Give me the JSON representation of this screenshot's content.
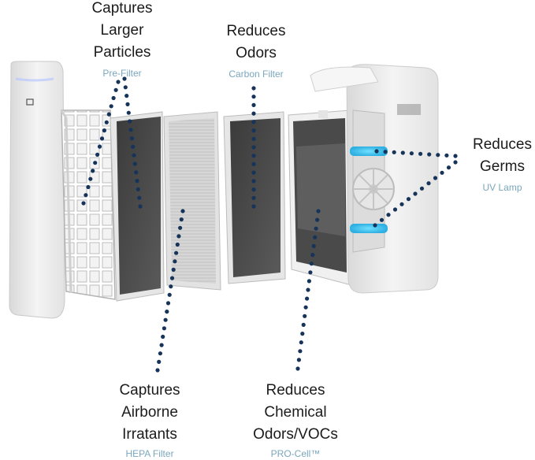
{
  "labels": {
    "prefilter": {
      "lines": [
        "Captures",
        "Larger",
        "Particles"
      ],
      "sub": "Pre-Filter"
    },
    "carbon": {
      "lines": [
        "Reduces",
        "Odors"
      ],
      "sub": "Carbon Filter"
    },
    "uv": {
      "lines": [
        "Reduces",
        "Germs"
      ],
      "sub": "UV Lamp"
    },
    "hepa": {
      "lines": [
        "Captures",
        "Airborne",
        "Irratants"
      ],
      "sub": "HEPA Filter"
    },
    "procell": {
      "lines": [
        "Reduces",
        "Chemical",
        "Odors/VOCs"
      ],
      "sub": "PRO-Cell™"
    }
  },
  "colors": {
    "dot": "#16345a",
    "label_text": "#1b1b1b",
    "sublabel_text": "#7aa7bd",
    "uv_glow": "#3ec3ee",
    "unit_body": "#e9e9e9"
  }
}
